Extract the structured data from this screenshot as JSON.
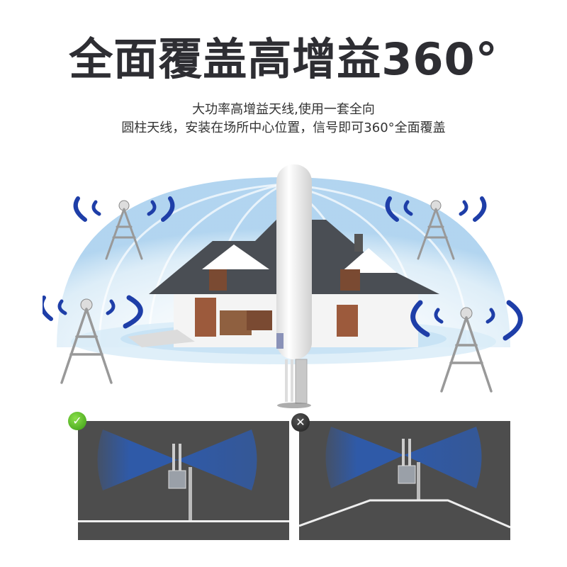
{
  "header": {
    "title": "全面覆盖高增益360°",
    "subtitle_line1": "大功率高增益天线,使用一套全向",
    "subtitle_line2": "圆柱天线，安装在场所中心位置，信号即可360°全面覆盖"
  },
  "illustration": {
    "subject": "omnidirectional cylindrical antenna in front of house with 360° coverage dome",
    "towers": 4,
    "colors": {
      "signal_blue": "#1e3ea8",
      "dome": "#cfe6f5",
      "roof": "#4a4e54"
    }
  },
  "comparison": {
    "correct": {
      "icon": "check-icon",
      "badge_color": "#4caf1e",
      "ground": "flat"
    },
    "incorrect": {
      "icon": "cross-icon",
      "badge_color": "#2a2a2a",
      "ground": "raised"
    },
    "panel_bg": "#4d4d4d",
    "beam_color": "#2f5aa8"
  }
}
